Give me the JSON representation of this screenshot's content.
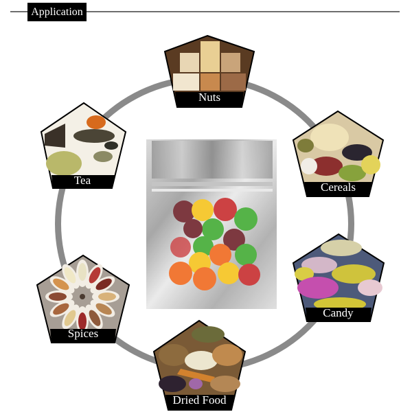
{
  "header": {
    "title": "Application",
    "line_color": "#6e6e6e",
    "box_color": "#000000"
  },
  "ring": {
    "color": "#8a8a8a"
  },
  "center_product": {
    "name": "clear-front foil zipper pouch with candies",
    "colors": [
      "#c5282a",
      "#f5c219",
      "#3ea92f",
      "#f0661a",
      "#6b1e26"
    ]
  },
  "categories": [
    {
      "id": "nuts",
      "label": "Nuts",
      "image": "assorted nuts in wooden tray"
    },
    {
      "id": "cereals",
      "label": "Cereals",
      "image": "assorted beans and grains"
    },
    {
      "id": "candy",
      "label": "Candy",
      "image": "bowls of colorful candy"
    },
    {
      "id": "dried-food",
      "label": "Dried Food",
      "image": "dried fruits and nuts"
    },
    {
      "id": "spices",
      "label": "Spices",
      "image": "spoons of spices arranged in a flower"
    },
    {
      "id": "tea",
      "label": "Tea",
      "image": "tea leaves and cups of tea"
    }
  ]
}
